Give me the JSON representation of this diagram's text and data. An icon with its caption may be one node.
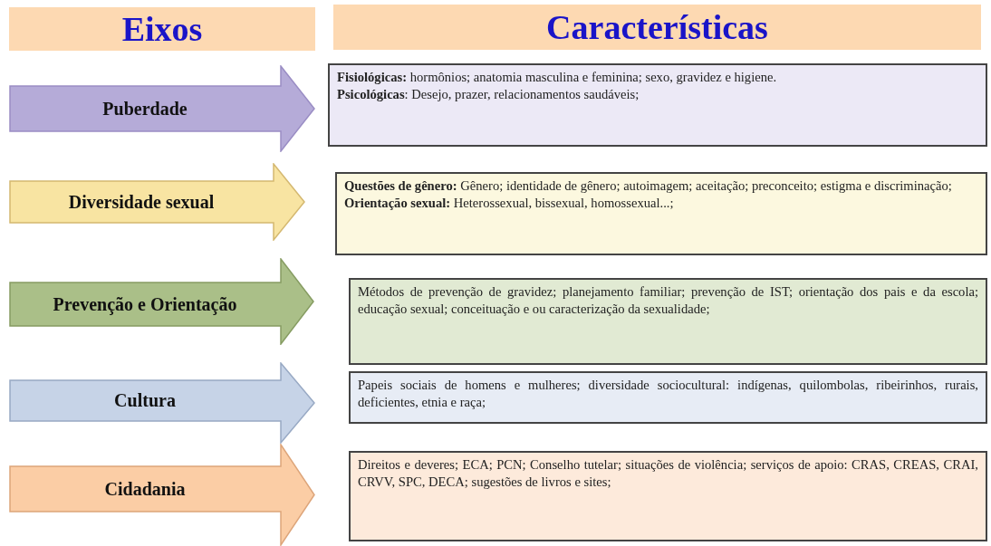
{
  "diagram": {
    "nodes": [
      {
        "text": [
          "Eixos"
        ]
      },
      {
        "text": [
          "Características"
        ]
      },
      {
        "text": [
          "Puberdade"
        ]
      },
      {
        "text": [
          "**Fisiológicas:** hormônios; anatomia masculina e feminina; sexo, gravidez e higiene.",
          "**Psicológicas**: Desejo, prazer, relacionamentos saudáveis;"
        ]
      },
      {
        "text": [
          "Diversidade sexual"
        ]
      },
      {
        "text": [
          "**Questões de gênero:** Gênero; identidade de gênero; autoimagem; aceitação; preconceito; estigma e discriminação;",
          "**Orientação sexual:** Heterossexual, bissexual, homossexual...;"
        ]
      },
      {
        "text": [
          "Prevenção e Orientação"
        ]
      },
      {
        "text": [
          "Métodos de prevenção de gravidez; planejamento familiar; prevenção de IST; orientação dos pais e da escola; educação sexual; conceituação e ou caracterização da sexualidade;"
        ]
      },
      {
        "text": [
          "Cultura"
        ]
      },
      {
        "text": [
          "Papeis sociais de homens e mulheres; diversidade sociocultural: indígenas, quilombolas, ribeirinhos, rurais, deficientes, etnia e raça;"
        ]
      },
      {
        "text": [
          "Cidadania"
        ]
      },
      {
        "text": [
          "Direitos e deveres; ECA; PCN; Conselho tutelar; situações de violência; serviços de apoio: CRAS, CREAS, CRAI, CRVV, SPC, DECA; sugestões de livros e sites;"
        ]
      }
    ],
    "edges": []
  }
}
